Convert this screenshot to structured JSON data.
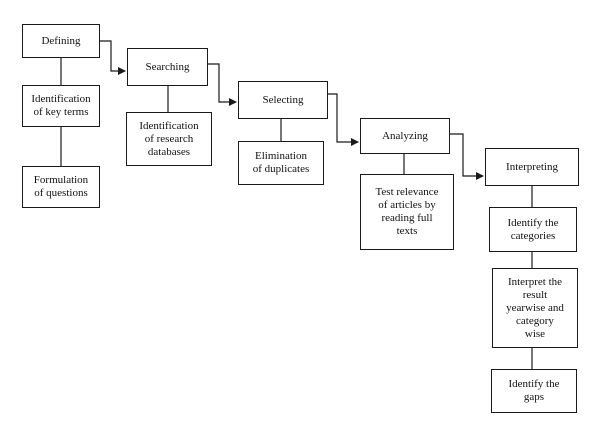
{
  "boxes": {
    "defining": "Defining",
    "identification_key_terms": "Identification\nof key terms",
    "formulation_questions": "Formulation\nof questions",
    "searching": "Searching",
    "identification_research_databases": "Identification\nof research\ndatabases",
    "selecting": "Selecting",
    "elimination_duplicates": "Elimination\nof duplicates",
    "analyzing": "Analyzing",
    "test_relevance": "Test relevance\nof articles by\nreading full\ntexts",
    "interpreting": "Interpreting",
    "identify_categories": "Identify the\ncategories",
    "interpret_result": "Interpret the\nresult\nyearwise and\ncategory\nwise",
    "identify_gaps": "Identify the\ngaps"
  }
}
